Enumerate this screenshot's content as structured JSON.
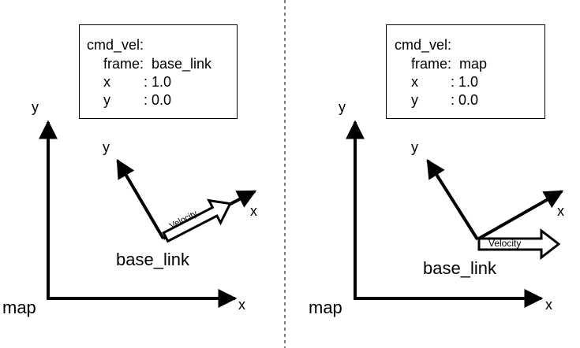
{
  "left": {
    "info_box": {
      "title": "cmd_vel:",
      "frame_key": "frame:",
      "frame_value": "base_link",
      "x_key": "x",
      "x_value": ": 1.0",
      "y_key": "y",
      "y_value": ": 0.0"
    },
    "map_frame": {
      "label": "map",
      "x_axis": "x",
      "y_axis": "y"
    },
    "robot_frame": {
      "label": "base_link",
      "x_axis": "x",
      "y_axis": "y"
    },
    "velocity_label": "Velocity"
  },
  "right": {
    "info_box": {
      "title": "cmd_vel:",
      "frame_key": "frame:",
      "frame_value": "map",
      "x_key": "x",
      "x_value": ": 1.0",
      "y_key": "y",
      "y_value": ": 0.0"
    },
    "map_frame": {
      "label": "map",
      "x_axis": "x",
      "y_axis": "y"
    },
    "robot_frame": {
      "label": "base_link",
      "x_axis": "x",
      "y_axis": "y"
    },
    "velocity_label": "Velocity"
  },
  "colors": {
    "ink": "#000000",
    "background": "#ffffff"
  }
}
